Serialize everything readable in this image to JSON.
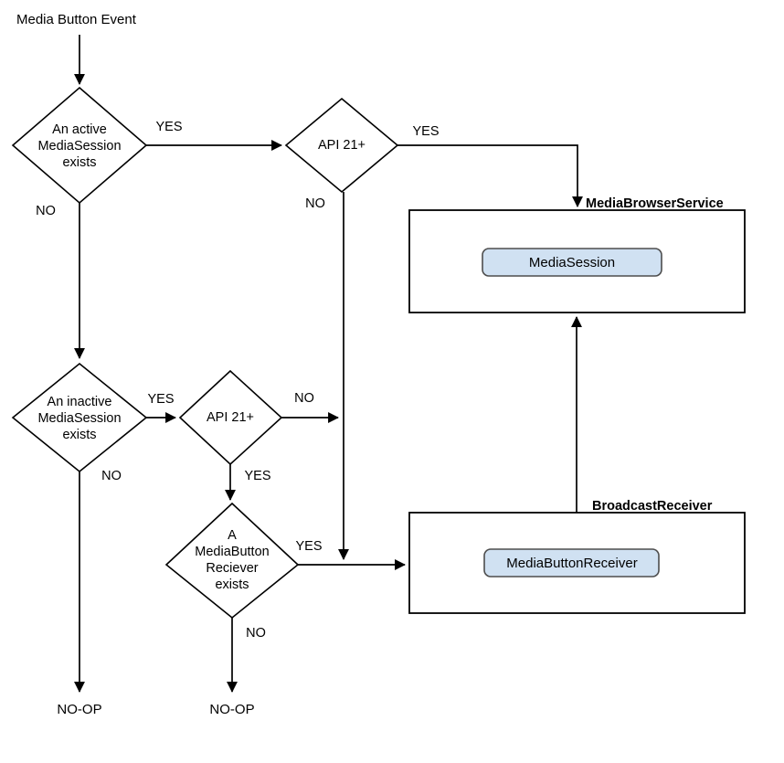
{
  "diagram": {
    "title": "Media Button Event routing flowchart",
    "background_color": "#ffffff",
    "stroke_color": "#000000",
    "accent_fill": "#d0e1f2",
    "accent_stroke": "#4d4d4d"
  },
  "start": {
    "label": "Media Button Event"
  },
  "decisions": [
    {
      "id": "active-mediasession",
      "lines": [
        "An active",
        "MediaSession",
        "exists"
      ],
      "yes_label": "YES",
      "no_label": "NO"
    },
    {
      "id": "api21-top",
      "lines": [
        "API 21+"
      ],
      "yes_label": "YES",
      "no_label": "NO"
    },
    {
      "id": "inactive-mediasession",
      "lines": [
        "An inactive",
        "MediaSession",
        "exists"
      ],
      "yes_label": "YES",
      "no_label": "NO"
    },
    {
      "id": "api21-bottom",
      "lines": [
        "API 21+"
      ],
      "yes_label": "YES",
      "no_label": "NO"
    },
    {
      "id": "mediabutton-receiver-exists",
      "lines": [
        "A",
        "MediaButton",
        "Reciever",
        "exists"
      ],
      "yes_label": "YES",
      "no_label": "NO"
    }
  ],
  "containers": [
    {
      "id": "media-browser-service",
      "title": "MediaBrowserService",
      "inner_label": "MediaSession"
    },
    {
      "id": "broadcast-receiver",
      "title": "BroadcastReceiver",
      "inner_label": "MediaButtonReceiver"
    }
  ],
  "terminals": [
    {
      "id": "noop-left",
      "label": "NO-OP"
    },
    {
      "id": "noop-middle",
      "label": "NO-OP"
    }
  ],
  "edge_labels": {
    "d1_yes": "YES",
    "d1_no": "NO",
    "api_top_yes": "YES",
    "api_top_no": "NO",
    "d2_yes": "YES",
    "d2_no": "NO",
    "api_bottom_no": "NO",
    "api_bottom_yes": "YES",
    "mbr_yes": "YES",
    "mbr_no": "NO"
  }
}
